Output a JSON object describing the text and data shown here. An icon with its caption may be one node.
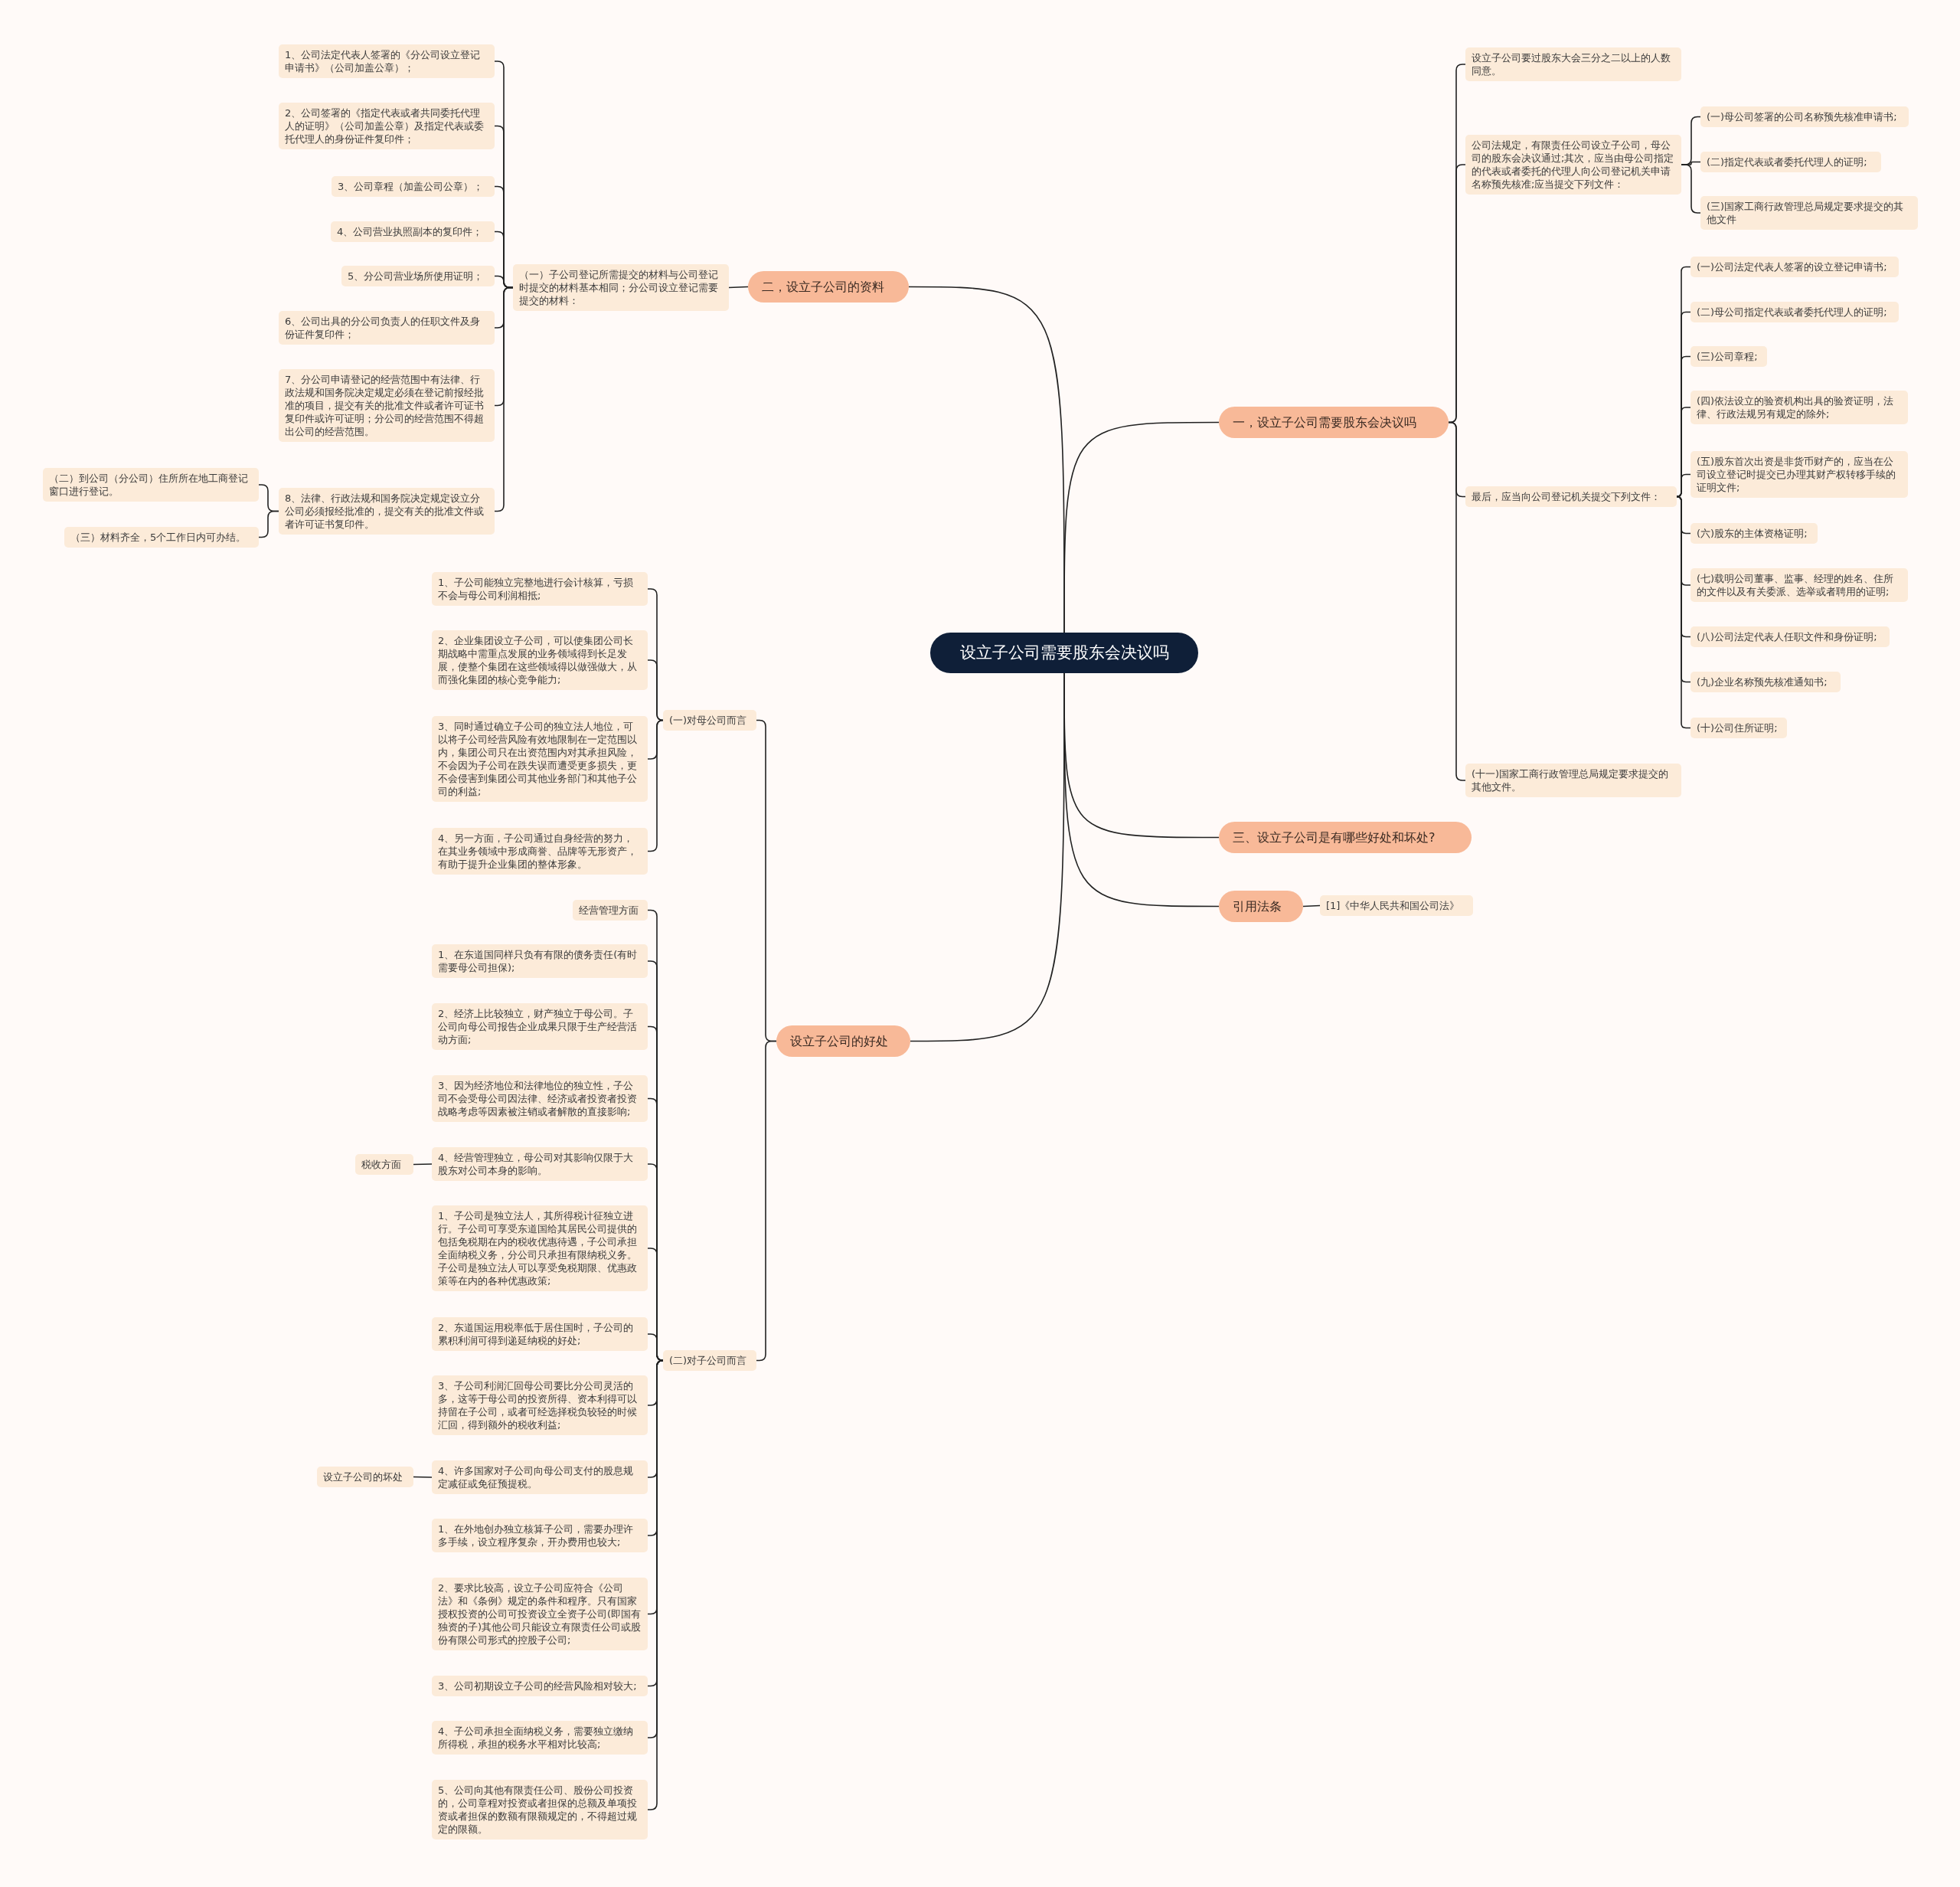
{
  "diagram": {
    "nodes": [
      {
        "text": [
          "设立子公司需要股东会决议吗"
        ]
      },
      {
        "text": [
          "一，设立子公司需要股东会决议吗"
        ]
      },
      {
        "text": [
          "设立子公司要过股东大会三分之二以上的人数同意。"
        ]
      },
      {
        "text": [
          "公司法规定，有限责任公司设立子公司，母公司的股东会决议通过;其次，应当由母公司指定的代表或者委托的代理人向公司登记机关申请名称预先核准;应当提交下列文件："
        ]
      },
      {
        "text": [
          "(一)母公司签署的公司名称预先核准申请书;"
        ]
      },
      {
        "text": [
          "(二)指定代表或者委托代理人的证明;"
        ]
      },
      {
        "text": [
          "(三)国家工商行政管理总局规定要求提交的其他文件"
        ]
      },
      {
        "text": [
          "最后，应当向公司登记机关提交下列文件："
        ]
      },
      {
        "text": [
          "(一)公司法定代表人签署的设立登记申请书;"
        ]
      },
      {
        "text": [
          "(二)母公司指定代表或者委托代理人的证明;"
        ]
      },
      {
        "text": [
          "(三)公司章程;"
        ]
      },
      {
        "text": [
          "(四)依法设立的验资机构出具的验资证明，法律、行政法规另有规定的除外;"
        ]
      },
      {
        "text": [
          "(五)股东首次出资是非货币财产的，应当在公司设立登记时提交已办理其财产权转移手续的证明文件;"
        ]
      },
      {
        "text": [
          "(六)股东的主体资格证明;"
        ]
      },
      {
        "text": [
          "(七)载明公司董事、监事、经理的姓名、住所的文件以及有关委派、选举或者聘用的证明;"
        ]
      },
      {
        "text": [
          "(八)公司法定代表人任职文件和身份证明;"
        ]
      },
      {
        "text": [
          "(九)企业名称预先核准通知书;"
        ]
      },
      {
        "text": [
          "(十)公司住所证明;"
        ]
      },
      {
        "text": [
          "(十一)国家工商行政管理总局规定要求提交的其他文件。"
        ]
      },
      {
        "text": [
          "三、设立子公司是有哪些好处和坏处?"
        ]
      },
      {
        "text": [
          "引用法条"
        ]
      },
      {
        "text": [
          "[1]《中华人民共和国公司法》"
        ]
      },
      {
        "text": [
          "二，设立子公司的资料"
        ]
      },
      {
        "text": [
          "（一）子公司登记所需提交的材料与公司登记时提交的材料基本相同；分公司设立登记需要提交的材料："
        ]
      },
      {
        "text": [
          "1、公司法定代表人签署的《分公司设立登记申请书》（公司加盖公章）；"
        ]
      },
      {
        "text": [
          "2、公司签署的《指定代表或者共同委托代理人的证明》（公司加盖公章）及指定代表或委托代理人的身份证件复印件；"
        ]
      },
      {
        "text": [
          "3、公司章程（加盖公司公章）；"
        ]
      },
      {
        "text": [
          "4、公司营业执照副本的复印件；"
        ]
      },
      {
        "text": [
          "5、分公司营业场所使用证明；"
        ]
      },
      {
        "text": [
          "6、公司出具的分公司负责人的任职文件及身份证件复印件；"
        ]
      },
      {
        "text": [
          "7、分公司申请登记的经营范围中有法律、行政法规和国务院决定规定必须在登记前报经批准的项目，提交有关的批准文件或者许可证书复印件或许可证明；分公司的经营范围不得超出公司的经营范围。"
        ]
      },
      {
        "text": [
          "8、法律、行政法规和国务院决定规定设立分公司必须报经批准的，提交有关的批准文件或者许可证书复印件。"
        ]
      },
      {
        "text": [
          "（二）到公司（分公司）住所所在地工商登记窗口进行登记。"
        ]
      },
      {
        "text": [
          "（三）材料齐全，5个工作日内可办结。"
        ]
      },
      {
        "text": [
          "设立子公司的好处"
        ]
      },
      {
        "text": [
          "(一)对母公司而言"
        ]
      },
      {
        "text": [
          "1、子公司能独立完整地进行会计核算，亏损不会与母公司利润相抵;"
        ]
      },
      {
        "text": [
          "2、企业集团设立子公司，可以使集团公司长期战略中需重点发展的业务领域得到长足发展，使整个集团在这些领域得以做强做大，从而强化集团的核心竞争能力;"
        ]
      },
      {
        "text": [
          "3、同时通过确立子公司的独立法人地位，可以将子公司经营风险有效地限制在一定范围以内，集团公司只在出资范围内对其承担风险，不会因为子公司在跌失误而遭受更多损失，更不会侵害到集团公司其他业务部门和其他子公司的利益;"
        ]
      },
      {
        "text": [
          "4、另一方面，子公司通过自身经营的努力，在其业务领域中形成商誉、品牌等无形资产，有助于提升企业集团的整体形象。"
        ]
      },
      {
        "text": [
          "(二)对子公司而言"
        ]
      },
      {
        "text": [
          "经营管理方面"
        ]
      },
      {
        "text": [
          "1、在东道国同样只负有有限的债务责任(有时需要母公司担保);"
        ]
      },
      {
        "text": [
          "2、经济上比较独立，财产独立于母公司。子公司向母公司报告企业成果只限于生产经营活动方面;"
        ]
      },
      {
        "text": [
          "3、因为经济地位和法律地位的独立性，子公司不会受母公司因法律、经济或者投资者投资战略考虑等因素被注销或者解散的直接影响;"
        ]
      },
      {
        "text": [
          "4、经营管理独立，母公司对其影响仅限于大股东对公司本身的影响。"
        ]
      },
      {
        "text": [
          "税收方面"
        ]
      },
      {
        "text": [
          "1、子公司是独立法人，其所得税计征独立进行。子公司可享受东道国给其居民公司提供的包括免税期在内的税收优惠待遇，子公司承担全面纳税义务，分公司只承担有限纳税义务。子公司是独立法人可以享受免税期限、优惠政策等在内的各种优惠政策;"
        ]
      },
      {
        "text": [
          "2、东道国运用税率低于居住国时，子公司的累积利润可得到递延纳税的好处;"
        ]
      },
      {
        "text": [
          "3、子公司利润汇回母公司要比分公司灵活的多，这等于母公司的投资所得、资本利得可以持留在子公司，或者可经选择税负较轻的时候汇回，得到额外的税收利益;"
        ]
      },
      {
        "text": [
          "4、许多国家对子公司向母公司支付的股息规定减征或免征预提税。"
        ]
      },
      {
        "text": [
          "设立子公司的坏处"
        ]
      },
      {
        "text": [
          "1、在外地创办独立核算子公司，需要办理许多手续，设立程序复杂，开办费用也较大;"
        ]
      },
      {
        "text": [
          "2、要求比较高，设立子公司应符合《公司法》和《条例》规定的条件和程序。只有国家授权投资的公司可投资设立全资子公司(即国有独资的子)其他公司只能设立有限责任公司或股份有限公司形式的控股子公司;"
        ]
      },
      {
        "text": [
          "3、公司初期设立子公司的经营风险相对较大;"
        ]
      },
      {
        "text": [
          "4、子公司承担全面纳税义务，需要独立缴纳所得税，承担的税务水平相对比较高;"
        ]
      },
      {
        "text": [
          "5、公司向其他有限责任公司、股份公司投资的，公司章程对投资或者担保的总额及单项投资或者担保的数额有限额规定的，不得超过规定的限额。"
        ]
      }
    ],
    "edges": [
      {
        "from": 0,
        "to": 1,
        "arrow": "none"
      },
      {
        "from": 0,
        "to": 22,
        "arrow": "none"
      },
      {
        "from": 0,
        "to": 19,
        "arrow": "none"
      },
      {
        "from": 0,
        "to": 20,
        "arrow": "none"
      },
      {
        "from": 0,
        "to": 34,
        "arrow": "none"
      },
      {
        "from": 1,
        "to": 2,
        "arrow": "none"
      },
      {
        "from": 1,
        "to": 3,
        "arrow": "none"
      },
      {
        "from": 1,
        "to": 7,
        "arrow": "none"
      },
      {
        "from": 1,
        "to": 18,
        "arrow": "none"
      },
      {
        "from": 3,
        "to": 4,
        "arrow": "none"
      },
      {
        "from": 3,
        "to": 5,
        "arrow": "none"
      },
      {
        "from": 3,
        "to": 6,
        "arrow": "none"
      },
      {
        "from": 7,
        "to": 8,
        "arrow": "none"
      },
      {
        "from": 7,
        "to": 9,
        "arrow": "none"
      },
      {
        "from": 7,
        "to": 10,
        "arrow": "none"
      },
      {
        "from": 7,
        "to": 11,
        "arrow": "none"
      },
      {
        "from": 7,
        "to": 12,
        "arrow": "none"
      },
      {
        "from": 7,
        "to": 13,
        "arrow": "none"
      },
      {
        "from": 7,
        "to": 14,
        "arrow": "none"
      },
      {
        "from": 7,
        "to": 15,
        "arrow": "none"
      },
      {
        "from": 7,
        "to": 16,
        "arrow": "none"
      },
      {
        "from": 7,
        "to": 17,
        "arrow": "none"
      },
      {
        "from": 20,
        "to": 21,
        "arrow": "none"
      },
      {
        "from": 22,
        "to": 23,
        "arrow": "none"
      },
      {
        "from": 23,
        "to": 24,
        "arrow": "none"
      },
      {
        "from": 23,
        "to": 25,
        "arrow": "none"
      },
      {
        "from": 23,
        "to": 26,
        "arrow": "none"
      },
      {
        "from": 23,
        "to": 27,
        "arrow": "none"
      },
      {
        "from": 23,
        "to": 28,
        "arrow": "none"
      },
      {
        "from": 23,
        "to": 29,
        "arrow": "none"
      },
      {
        "from": 23,
        "to": 30,
        "arrow": "none"
      },
      {
        "from": 23,
        "to": 31,
        "arrow": "none"
      },
      {
        "from": 31,
        "to": 32,
        "arrow": "none"
      },
      {
        "from": 31,
        "to": 33,
        "arrow": "none"
      },
      {
        "from": 34,
        "to": 35,
        "arrow": "none"
      },
      {
        "from": 34,
        "to": 40,
        "arrow": "none"
      },
      {
        "from": 35,
        "to": 36,
        "arrow": "none"
      },
      {
        "from": 35,
        "to": 37,
        "arrow": "none"
      },
      {
        "from": 35,
        "to": 38,
        "arrow": "none"
      },
      {
        "from": 35,
        "to": 39,
        "arrow": "none"
      },
      {
        "from": 40,
        "to": 41,
        "arrow": "none"
      },
      {
        "from": 40,
        "to": 42,
        "arrow": "none"
      },
      {
        "from": 40,
        "to": 43,
        "arrow": "none"
      },
      {
        "from": 40,
        "to": 44,
        "arrow": "none"
      },
      {
        "from": 40,
        "to": 45,
        "arrow": "none"
      },
      {
        "from": 45,
        "to": 46,
        "arrow": "none"
      },
      {
        "from": 40,
        "to": 47,
        "arrow": "none"
      },
      {
        "from": 40,
        "to": 48,
        "arrow": "none"
      },
      {
        "from": 40,
        "to": 49,
        "arrow": "none"
      },
      {
        "from": 40,
        "to": 50,
        "arrow": "none"
      },
      {
        "from": 50,
        "to": 51,
        "arrow": "none"
      },
      {
        "from": 40,
        "to": 52,
        "arrow": "none"
      },
      {
        "from": 40,
        "to": 53,
        "arrow": "none"
      },
      {
        "from": 40,
        "to": 54,
        "arrow": "none"
      },
      {
        "from": 40,
        "to": 55,
        "arrow": "none"
      },
      {
        "from": 40,
        "to": 56,
        "arrow": "none"
      }
    ]
  }
}
